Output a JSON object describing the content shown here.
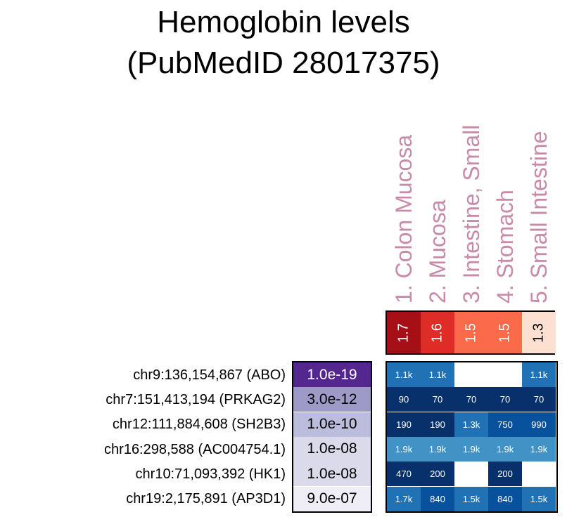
{
  "chart_data": {
    "type": "heatmap",
    "title_line1": "Hemoglobin levels",
    "title_line2": "(PubMedID 28017375)",
    "columns": [
      "1. Colon Mucosa",
      "2. Mucosa",
      "3. Intestine, Small",
      "4. Stomach",
      "5. Small Intestine"
    ],
    "column_values": [
      "1.7",
      "1.6",
      "1.5",
      "1.5",
      "1.3"
    ],
    "column_colors": [
      "#a50f15",
      "#de2d26",
      "#fb6a4a",
      "#fb6a4a",
      "#fee0d2"
    ],
    "rows": [
      "chr9:136,154,867 (ABO)",
      "chr7:151,413,194 (PRKAG2)",
      "chr12:111,884,608 (SH2B3)",
      "chr16:298,588 (AC004754.1)",
      "chr10:71,093,392 (HK1)",
      "chr19:2,175,891 (AP3D1)"
    ],
    "pvalues": [
      "1.0e-19",
      "3.0e-12",
      "1.0e-10",
      "1.0e-08",
      "1.0e-08",
      "9.0e-07"
    ],
    "pvalue_colors": [
      "#54278f",
      "#9e9ac8",
      "#bcbddc",
      "#dadaeb",
      "#dadaeb",
      "#efedf5"
    ],
    "cells": [
      [
        "1.1k",
        "1.1k",
        "",
        "",
        "1.1k"
      ],
      [
        "90",
        "70",
        "70",
        "70",
        "70"
      ],
      [
        "190",
        "190",
        "1.3k",
        "750",
        "990"
      ],
      [
        "1.9k",
        "1.9k",
        "1.9k",
        "1.9k",
        "1.9k"
      ],
      [
        "470",
        "200",
        "",
        "200",
        ""
      ],
      [
        "1.7k",
        "840",
        "1.5k",
        "840",
        "1.5k"
      ]
    ],
    "cell_colors": [
      [
        "#2171b5",
        "#2171b5",
        "#ffffff",
        "#ffffff",
        "#2171b5"
      ],
      [
        "#08306b",
        "#08306b",
        "#08306b",
        "#08306b",
        "#08306b"
      ],
      [
        "#08306b",
        "#08306b",
        "#2171b5",
        "#08519c",
        "#08519c"
      ],
      [
        "#4292c6",
        "#4292c6",
        "#4292c6",
        "#4292c6",
        "#4292c6"
      ],
      [
        "#08306b",
        "#08306b",
        "#ffffff",
        "#08306b",
        "#ffffff"
      ],
      [
        "#2171b5",
        "#08519c",
        "#2171b5",
        "#08519c",
        "#2171b5"
      ]
    ]
  }
}
